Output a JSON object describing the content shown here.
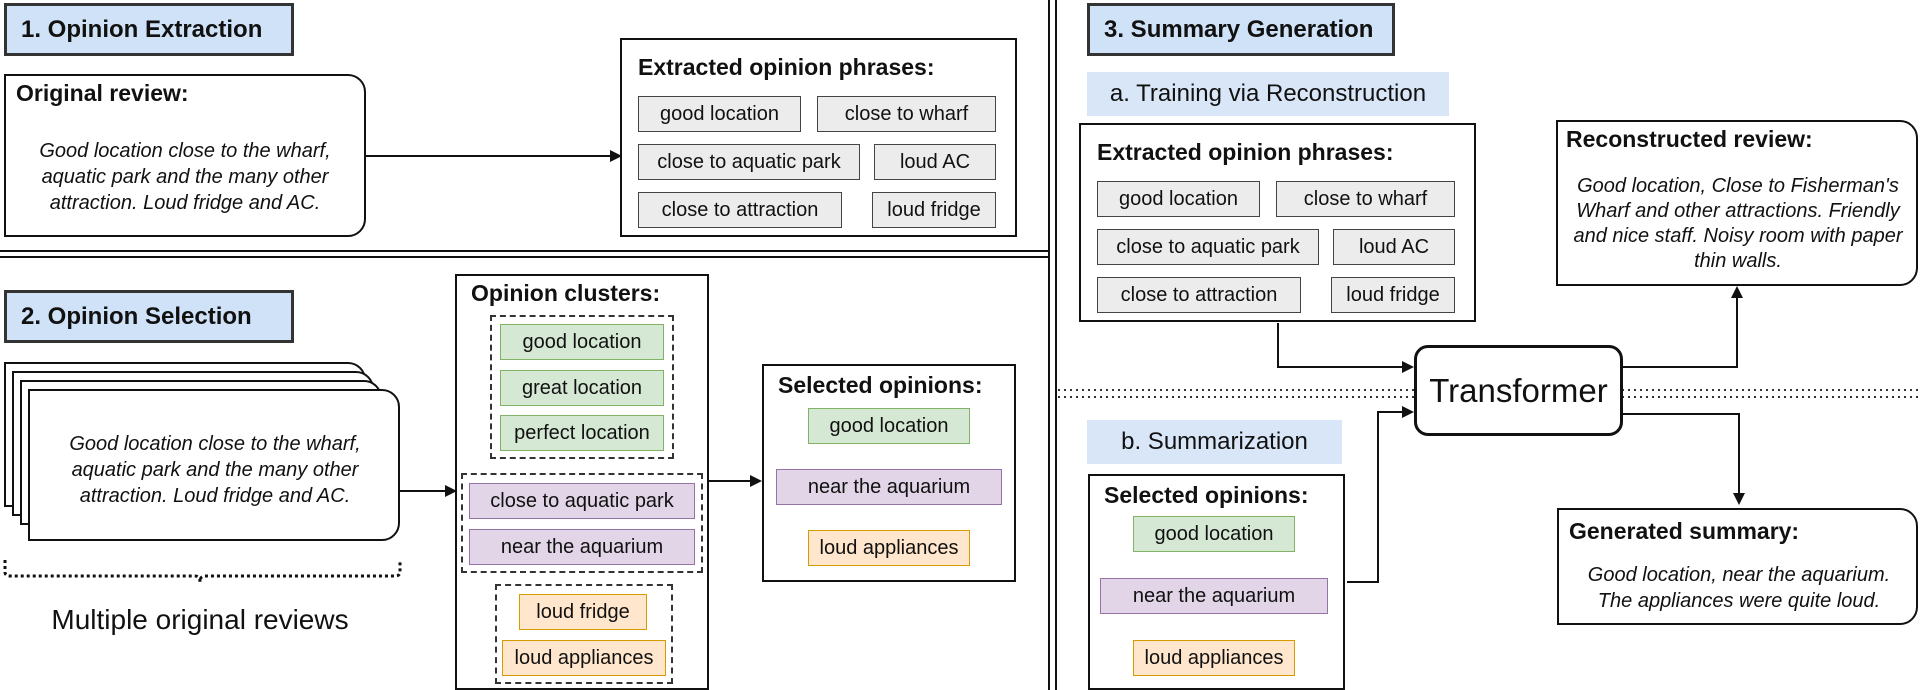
{
  "section1": {
    "title": "1. Opinion Extraction",
    "original_review_title": "Original review:",
    "original_review_text": "Good location close to the wharf, aquatic park and the many other attraction. Loud fridge and AC.",
    "extracted_title": "Extracted opinion phrases:",
    "phrases": [
      "good location",
      "close to wharf",
      "close to aquatic park",
      "loud AC",
      "close to attraction",
      "loud fridge"
    ]
  },
  "section2": {
    "title": "2. Opinion Selection",
    "review_text": "Good location close to the wharf, aquatic park and the many other attraction. Loud fridge and AC.",
    "multiple_label": "Multiple original reviews",
    "clusters_title": "Opinion clusters:",
    "cluster_green": [
      "good location",
      "great location",
      "perfect location"
    ],
    "cluster_purple": [
      "close to aquatic park",
      "near the aquarium"
    ],
    "cluster_orange": [
      "loud fridge",
      "loud appliances"
    ],
    "selected_title": "Selected opinions:",
    "selected": [
      "good location",
      "near the aquarium",
      "loud appliances"
    ]
  },
  "section3": {
    "title": "3. Summary Generation",
    "sub_a": "a. Training via Reconstruction",
    "sub_b": "b. Summarization",
    "extracted_title": "Extracted opinion phrases:",
    "phrases": [
      "good location",
      "close to wharf",
      "close to aquatic park",
      "loud AC",
      "close to attraction",
      "loud fridge"
    ],
    "selected_title": "Selected opinions:",
    "selected": [
      "good location",
      "near the aquarium",
      "loud appliances"
    ],
    "transformer": "Transformer",
    "reconstructed_title": "Reconstructed review:",
    "reconstructed_text": "Good location, Close to Fisherman's Wharf and other attractions. Friendly and nice staff. Noisy room with paper thin walls.",
    "summary_title": "Generated summary:",
    "summary_text": "Good location, near the aquarium. The appliances were quite loud."
  },
  "colors": {
    "section_header": "#cfe2f7",
    "green_fill": "#d5e8d4",
    "green_border": "#82b366",
    "purple_fill": "#e1d5e7",
    "purple_border": "#9673a6",
    "orange_fill": "#ffe6cc",
    "orange_border": "#d79b00",
    "gray_fill": "#ececec"
  }
}
